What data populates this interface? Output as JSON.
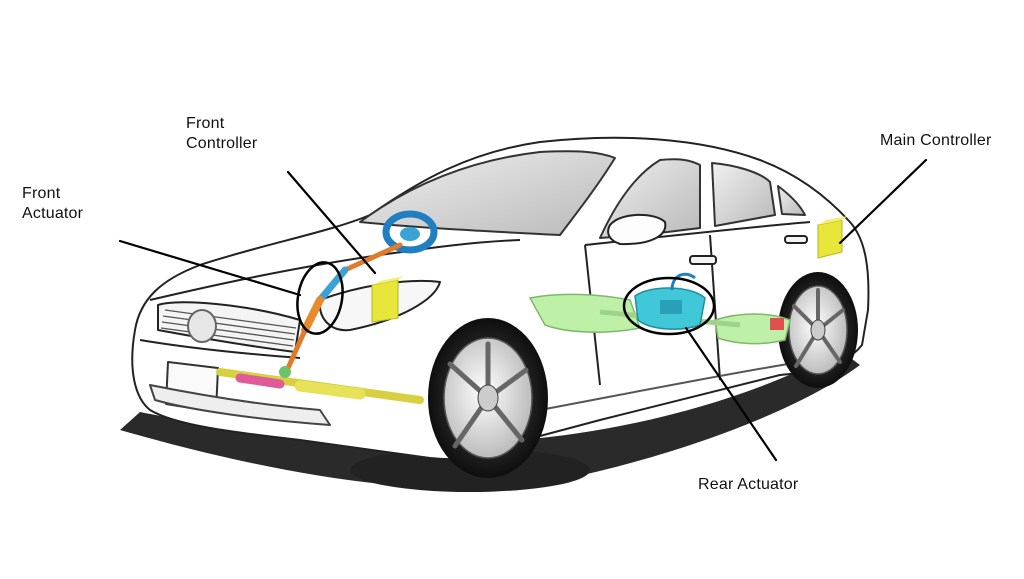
{
  "labels": {
    "front_controller": "Front\nController",
    "front_actuator": "Front\nActuator",
    "main_controller": "Main Controller",
    "rear_actuator": "Rear Actuator"
  },
  "colors": {
    "controller_block": "#e8e63a",
    "steering_column": "#3aa3d6",
    "actuator_highlight": "#41c8d8",
    "chassis_ghost": "#bff0a8",
    "leader_line": "#000000"
  }
}
